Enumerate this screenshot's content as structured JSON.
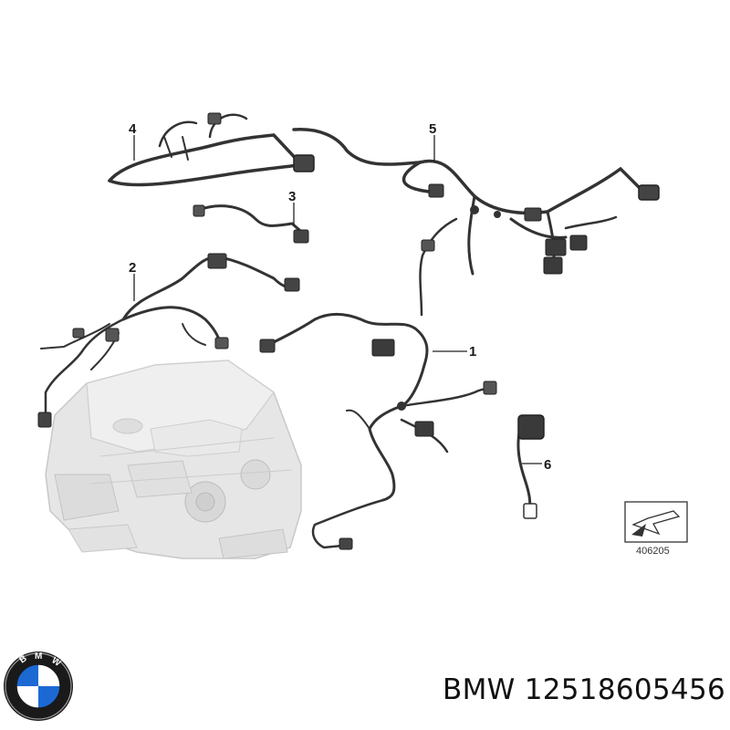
{
  "diagram": {
    "callouts": [
      {
        "id": "1",
        "label": "1"
      },
      {
        "id": "2",
        "label": "2"
      },
      {
        "id": "3",
        "label": "3"
      },
      {
        "id": "4",
        "label": "4"
      },
      {
        "id": "5",
        "label": "5"
      },
      {
        "id": "6",
        "label": "6"
      }
    ],
    "reference_number": "406205"
  },
  "caption": {
    "brand": "BMW",
    "part_number": "12518605456"
  },
  "colors": {
    "wire": "#3a3a3a",
    "engine": "#e2e2e2",
    "engine_edge": "#c4c4c4",
    "bmw_blue": "#1c69d4"
  },
  "icons": [
    "bmw-logo-icon",
    "arrow-reference-icon"
  ]
}
